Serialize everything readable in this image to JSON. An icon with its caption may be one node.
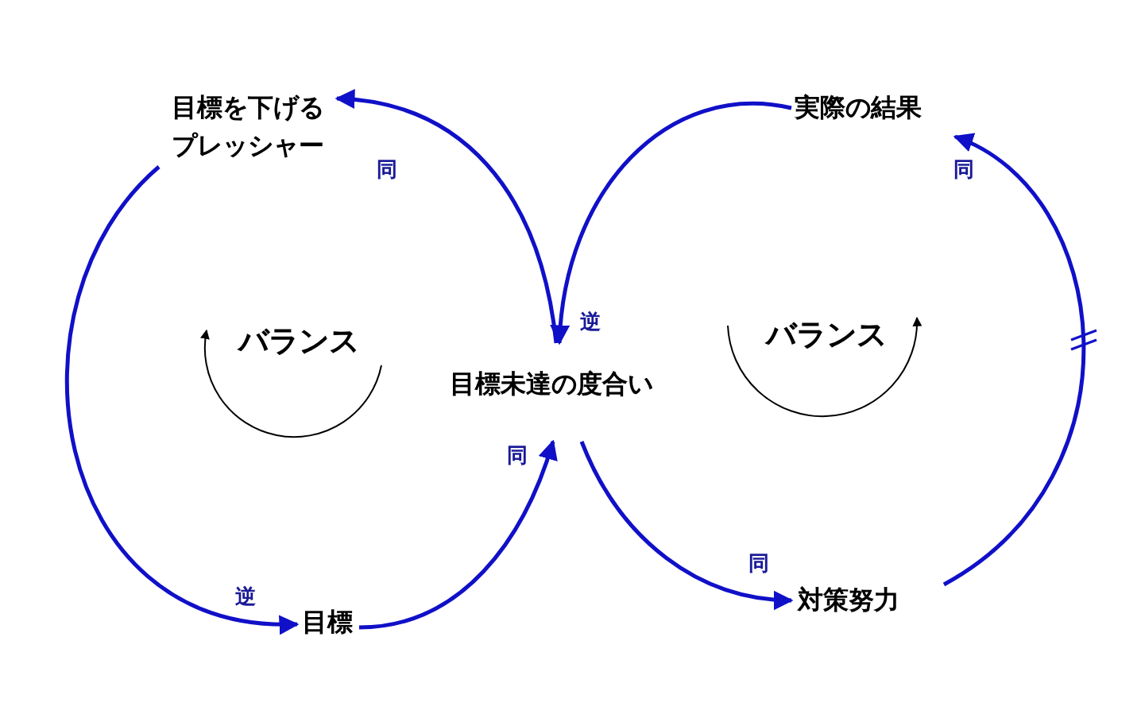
{
  "diagram": {
    "nodes": [
      {
        "text": [
          "目標を下げるプレッシャー"
        ]
      },
      {
        "text": [
          "実際の結果"
        ]
      },
      {
        "text": [
          "目標未達の度合い"
        ]
      },
      {
        "text": [
          "目標"
        ]
      },
      {
        "text": [
          "対策努力"
        ]
      }
    ],
    "edges": [
      {
        "from": 0,
        "to": 3,
        "arrow": "to",
        "label": "逆"
      },
      {
        "from": 3,
        "to": 2,
        "arrow": "to",
        "label": "同"
      },
      {
        "from": 2,
        "to": 0,
        "arrow": "to",
        "label": "同"
      },
      {
        "from": 1,
        "to": 2,
        "arrow": "to",
        "label": "逆"
      },
      {
        "from": 2,
        "to": 4,
        "arrow": "to",
        "label": "同"
      },
      {
        "from": 4,
        "to": 1,
        "arrow": "to",
        "label": "同"
      }
    ],
    "labels": [
      "バランス",
      "バランス"
    ]
  }
}
